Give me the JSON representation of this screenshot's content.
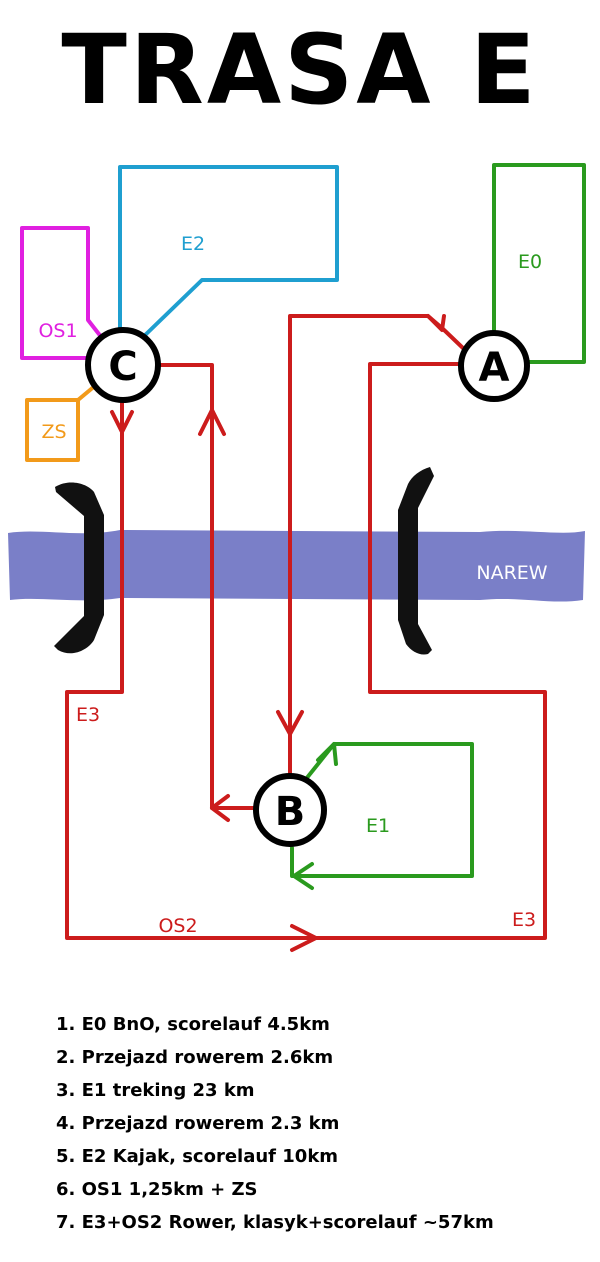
{
  "title": "TRASA E",
  "colors": {
    "red": "#cc1c1c",
    "green": "#2a9a1e",
    "blue": "#1f9fd0",
    "magenta": "#e020e0",
    "orange": "#f29a1a",
    "river": "#7a7fc8",
    "river_label": "#ffffff"
  },
  "map": {
    "river_label": "NAREW",
    "nodes": {
      "a": "A",
      "b": "B",
      "c": "C"
    },
    "labels": {
      "e0": "E0",
      "e1": "E1",
      "e2": "E2",
      "os1": "OS1",
      "zs": "ZS",
      "e3_left": "E3",
      "e3_right": "E3",
      "os2": "OS2"
    }
  },
  "steps": [
    "1. E0 BnO, scorelauf 4.5km",
    "2. Przejazd rowerem 2.6km",
    "3. E1 treking 23 km",
    "4. Przejazd rowerem 2.3 km",
    "5. E2 Kajak, scorelauf 10km",
    "6. OS1 1,25km + ZS",
    "7. E3+OS2  Rower, klasyk+scorelauf ~57km"
  ]
}
